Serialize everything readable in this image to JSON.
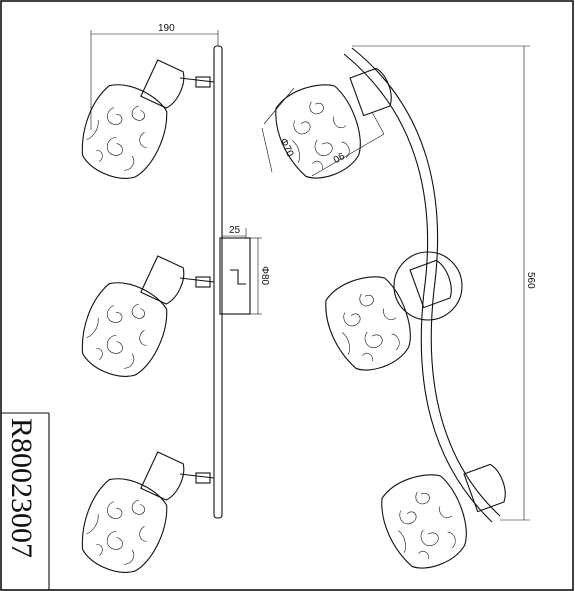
{
  "drawing": {
    "model_code": "R80023007",
    "dimensions": {
      "width": "190",
      "bracket_width": "25",
      "plate_diameter": "Φ80",
      "shade_diameter": "Φ70",
      "shade_length": "90",
      "overall_length": "560"
    }
  }
}
